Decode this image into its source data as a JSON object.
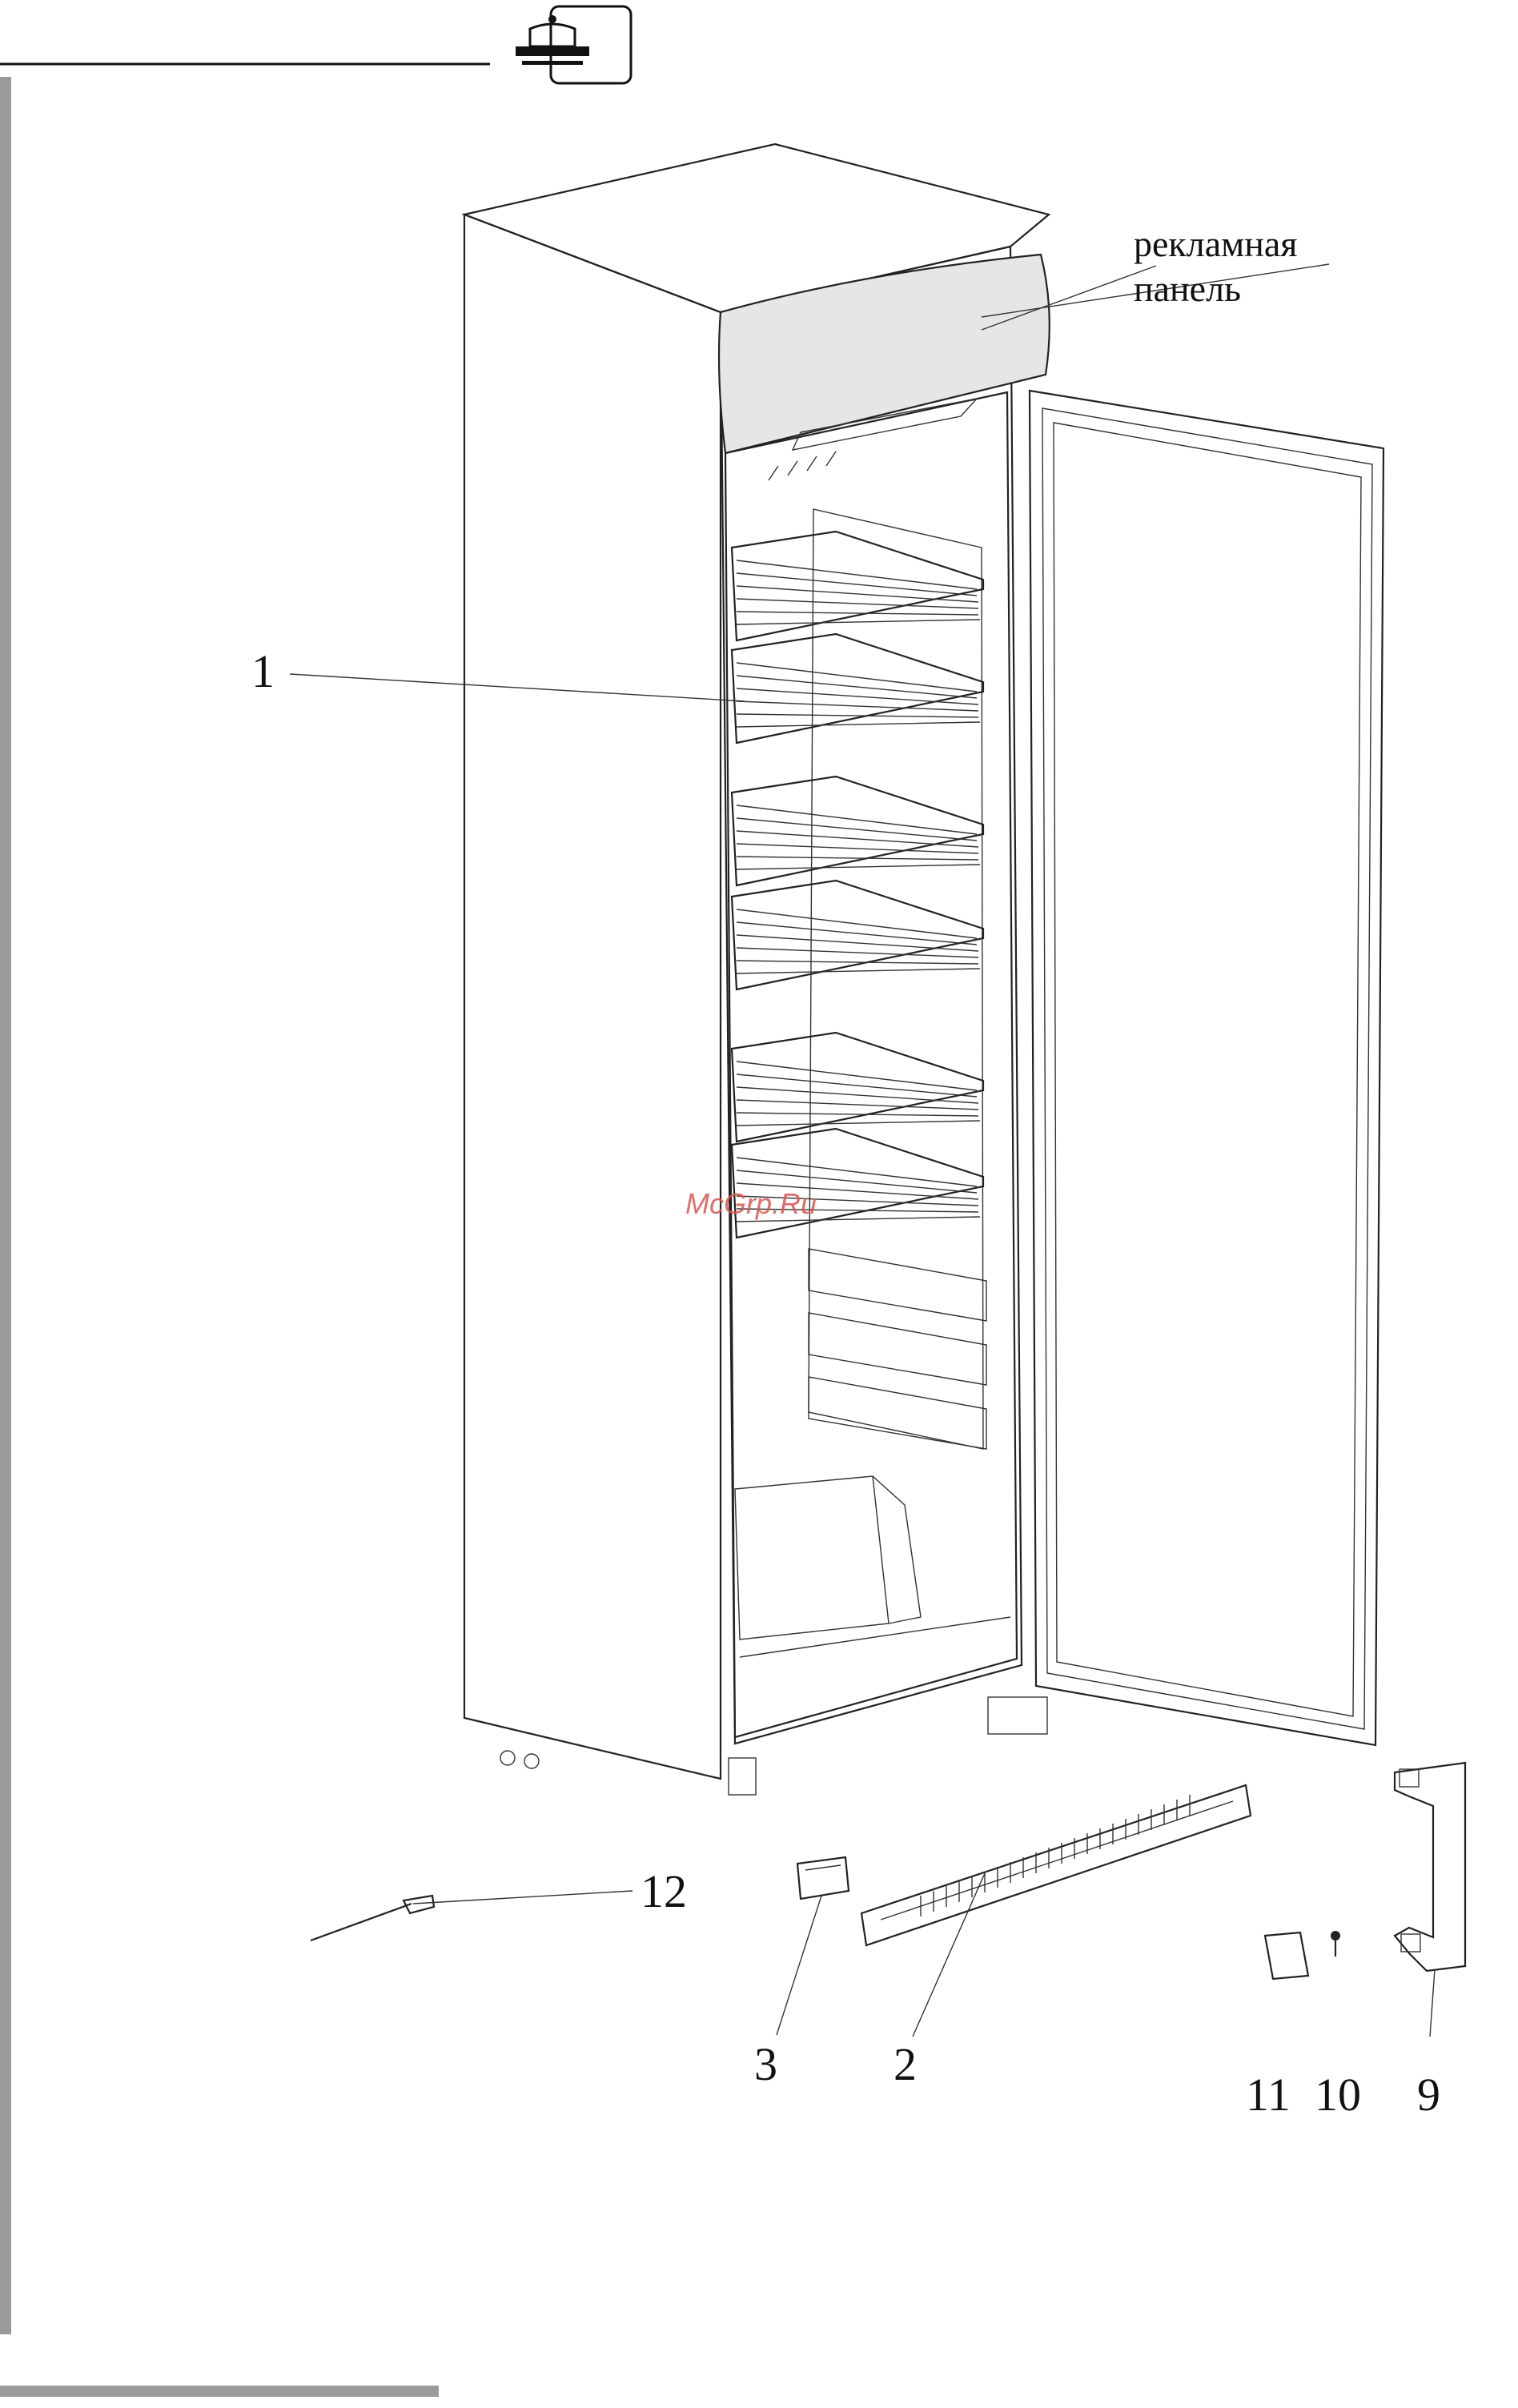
{
  "labels": {
    "ad_panel_line1": "рекламная",
    "ad_panel_line2": "панель",
    "part_1": "1",
    "part_2": "2",
    "part_3": "3",
    "part_9": "9",
    "part_10": "10",
    "part_11": "11",
    "part_12": "12"
  },
  "watermark": "McGrp.Ru",
  "icons": {
    "header_symbol": "cake-stand-icon"
  },
  "colors": {
    "line": "#222222",
    "panel": "#e6e6e6",
    "side_rule": "#9a9a9a",
    "watermark": "#d9534f"
  }
}
